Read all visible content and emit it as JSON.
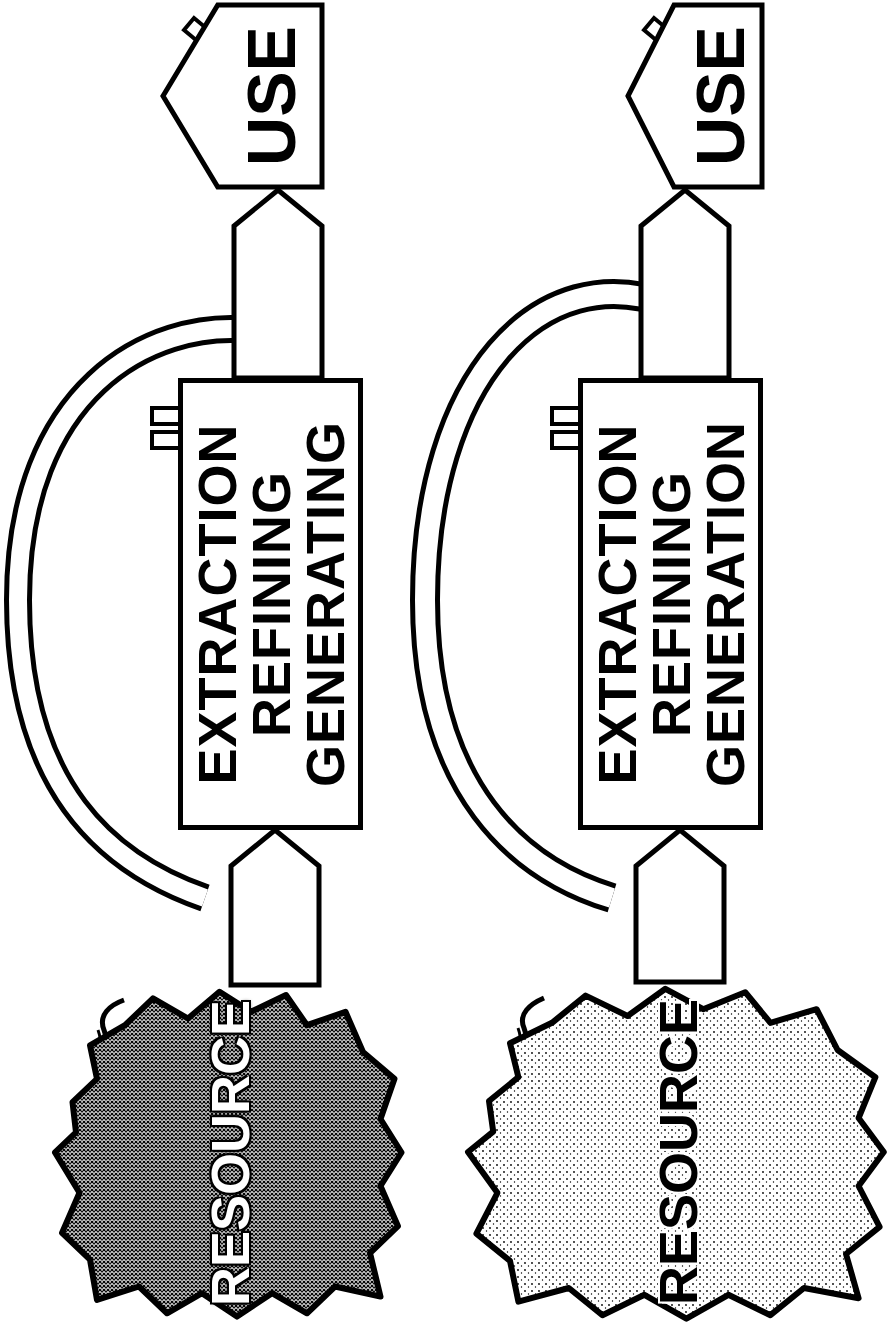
{
  "diagram": {
    "nodes": [
      {
        "text": [
          "RESOURCE"
        ]
      },
      {
        "text": [
          "EXTRACTION REFINING GENERATING"
        ]
      },
      {
        "text": [
          "USE"
        ]
      },
      {
        "text": [
          "RESOURCE"
        ]
      },
      {
        "text": [
          "EXTRACTION REFINING GENERATION"
        ]
      },
      {
        "text": [
          "USE"
        ]
      }
    ],
    "edges": [
      {
        "from": 0,
        "to": 1,
        "arrow": "to"
      },
      {
        "from": 1,
        "to": 2,
        "arrow": "to"
      },
      {
        "from": 3,
        "to": 4,
        "arrow": "to"
      },
      {
        "from": 4,
        "to": 5,
        "arrow": "to"
      }
    ]
  }
}
